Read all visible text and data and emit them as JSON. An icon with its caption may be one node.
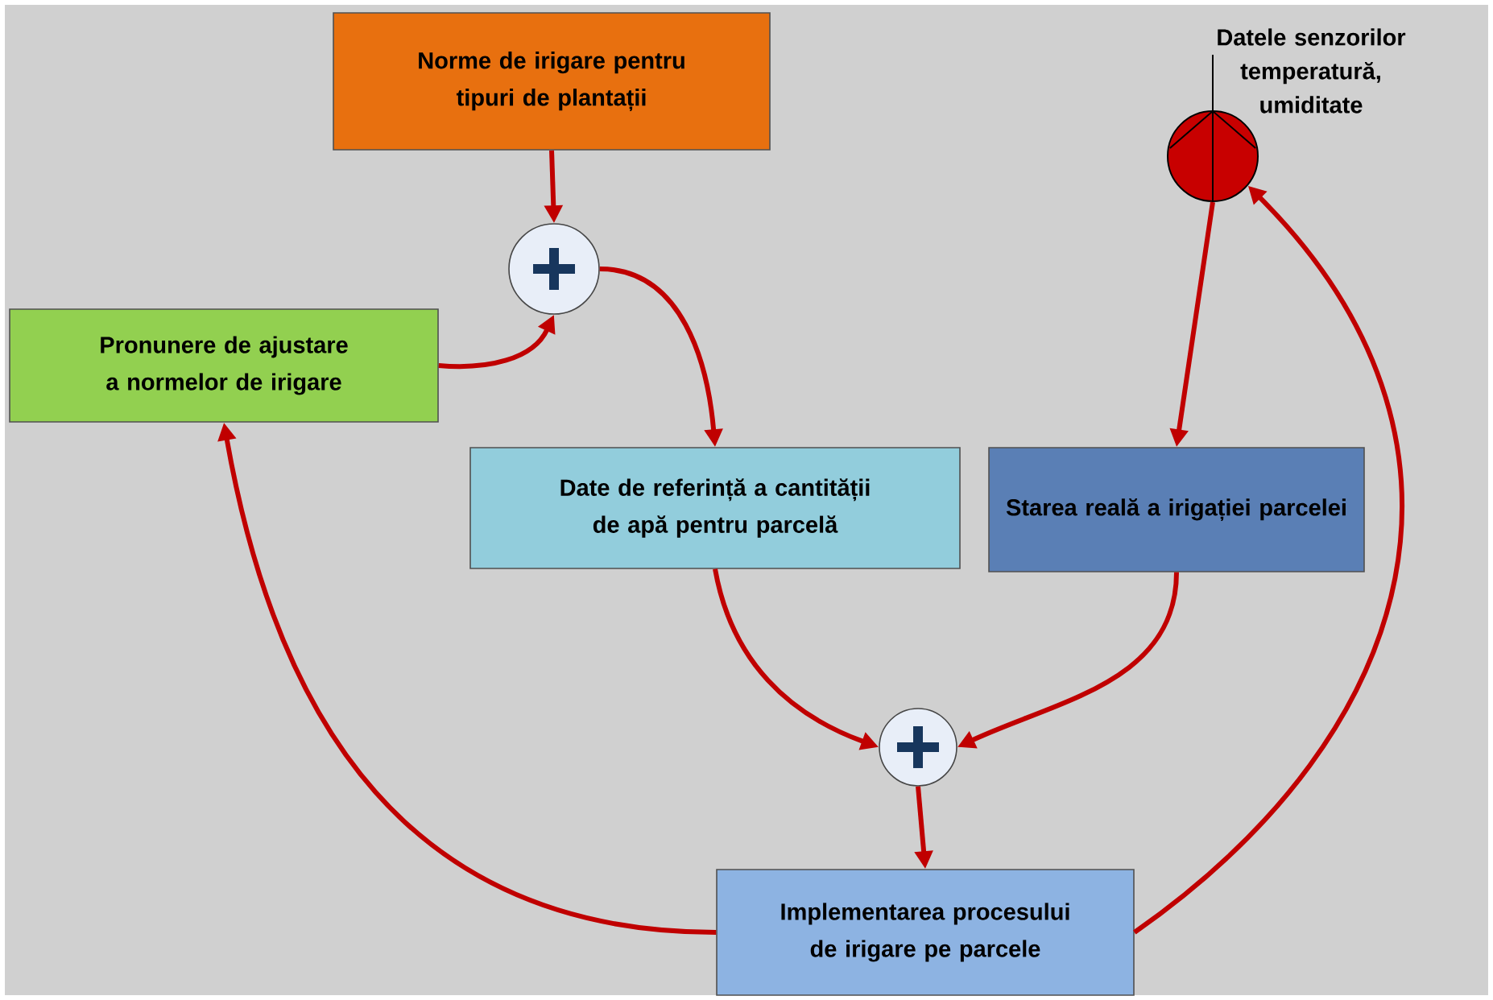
{
  "diagram": {
    "nodes": [
      {
        "text": [
          "Norme de irigare pentru tipuri de plantații"
        ]
      },
      {
        "text": [],
        "shape": "circle"
      },
      {
        "text": [
          "Pronunere de ajustare a normelor de irigare"
        ]
      },
      {
        "text": [],
        "shape": "circle",
        "beside": [
          "Datele senzorilor temperatură, umiditate"
        ]
      },
      {
        "text": [
          "Date de referință a cantității de apă pentru parcelă"
        ]
      },
      {
        "text": [
          "Starea reală a irigației parcelei"
        ]
      },
      {
        "text": [],
        "shape": "circle"
      },
      {
        "text": [
          "Implementarea procesului de irigare pe parcele"
        ]
      }
    ],
    "edges": [
      {
        "from": 0,
        "to": 1,
        "arrow": "to"
      },
      {
        "from": 2,
        "to": 1,
        "arrow": "to"
      },
      {
        "from": 1,
        "to": 4,
        "arrow": "to"
      },
      {
        "from": 3,
        "to": 5,
        "arrow": "to"
      },
      {
        "from": 4,
        "to": 6,
        "arrow": "to"
      },
      {
        "from": 5,
        "to": 6,
        "arrow": "to"
      },
      {
        "from": 6,
        "to": 7,
        "arrow": "to"
      },
      {
        "from": 7,
        "to": 2,
        "arrow": "to"
      },
      {
        "from": 7,
        "to": 3,
        "arrow": "to"
      }
    ]
  }
}
